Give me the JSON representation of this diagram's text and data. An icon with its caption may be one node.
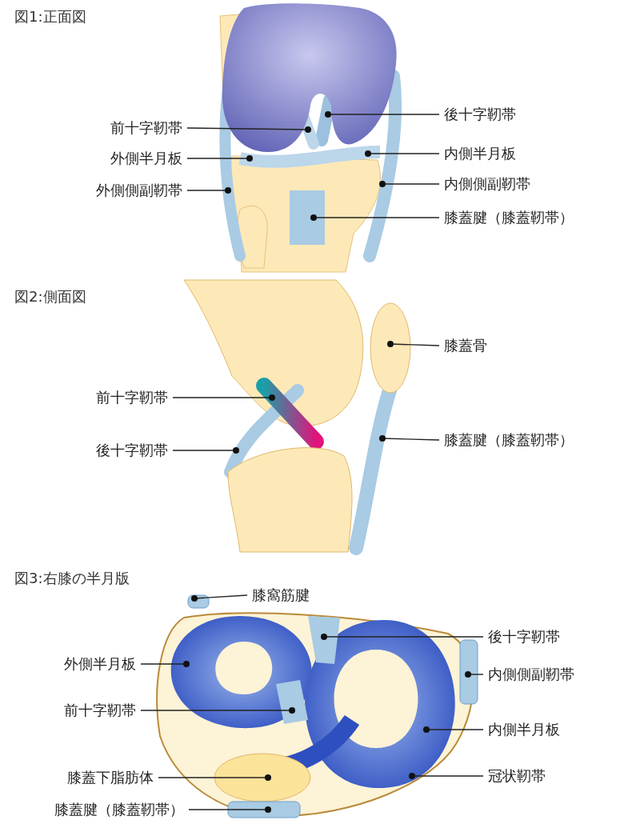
{
  "diagram": {
    "nodes": [
      {
        "text": [
          "前十字靭帯"
        ]
      },
      {
        "text": [
          "外側半月板"
        ]
      },
      {
        "text": [
          "外側側副靭帯"
        ]
      },
      {
        "text": [
          "後十字靭帯"
        ]
      },
      {
        "text": [
          "内側半月板"
        ]
      },
      {
        "text": [
          "内側側副靭帯"
        ]
      },
      {
        "text": [
          "膝蓋腱（膝蓋靭帯）"
        ]
      },
      {
        "text": [
          "膝蓋骨"
        ]
      },
      {
        "text": [
          "前十字靭帯"
        ]
      },
      {
        "text": [
          "膝蓋腱（膝蓋靭帯）"
        ]
      },
      {
        "text": [
          "後十字靭帯"
        ]
      },
      {
        "text": [
          "膝窩筋腱"
        ]
      },
      {
        "text": [
          "後十字靭帯"
        ]
      },
      {
        "text": [
          "外側半月板"
        ]
      },
      {
        "text": [
          "内側側副靭帯"
        ]
      },
      {
        "text": [
          "前十字靭帯"
        ]
      },
      {
        "text": [
          "内側半月板"
        ]
      },
      {
        "text": [
          "膝蓋下脂肪体"
        ]
      },
      {
        "text": [
          "冠状靭帯"
        ]
      },
      {
        "text": [
          "膝蓋腱（膝蓋靭帯）"
        ]
      }
    ],
    "edges": [
      {
        "from": 0,
        "to": null,
        "arrow": "other"
      },
      {
        "from": 1,
        "to": null,
        "arrow": "other"
      },
      {
        "from": 2,
        "to": null,
        "arrow": "other"
      },
      {
        "from": 3,
        "to": null,
        "arrow": "other"
      },
      {
        "from": 4,
        "to": null,
        "arrow": "other"
      },
      {
        "from": 5,
        "to": null,
        "arrow": "other"
      },
      {
        "from": 6,
        "to": null,
        "arrow": "other"
      },
      {
        "from": 7,
        "to": null,
        "arrow": "other"
      },
      {
        "from": 8,
        "to": null,
        "arrow": "other"
      },
      {
        "from": 9,
        "to": null,
        "arrow": "other"
      },
      {
        "from": 10,
        "to": null,
        "arrow": "other"
      },
      {
        "from": 11,
        "to": null,
        "arrow": "other"
      },
      {
        "from": 12,
        "to": null,
        "arrow": "other"
      },
      {
        "from": 13,
        "to": null,
        "arrow": "other"
      },
      {
        "from": 14,
        "to": null,
        "arrow": "other"
      },
      {
        "from": 15,
        "to": null,
        "arrow": "other"
      },
      {
        "from": 16,
        "to": null,
        "arrow": "other"
      },
      {
        "from": 17,
        "to": null,
        "arrow": "other"
      },
      {
        "from": 18,
        "to": null,
        "arrow": "other"
      },
      {
        "from": 19,
        "to": null,
        "arrow": "other"
      }
    ],
    "labels": [
      "図1:正面図",
      "図2:側面図",
      "図3:右膝の半月版"
    ]
  }
}
